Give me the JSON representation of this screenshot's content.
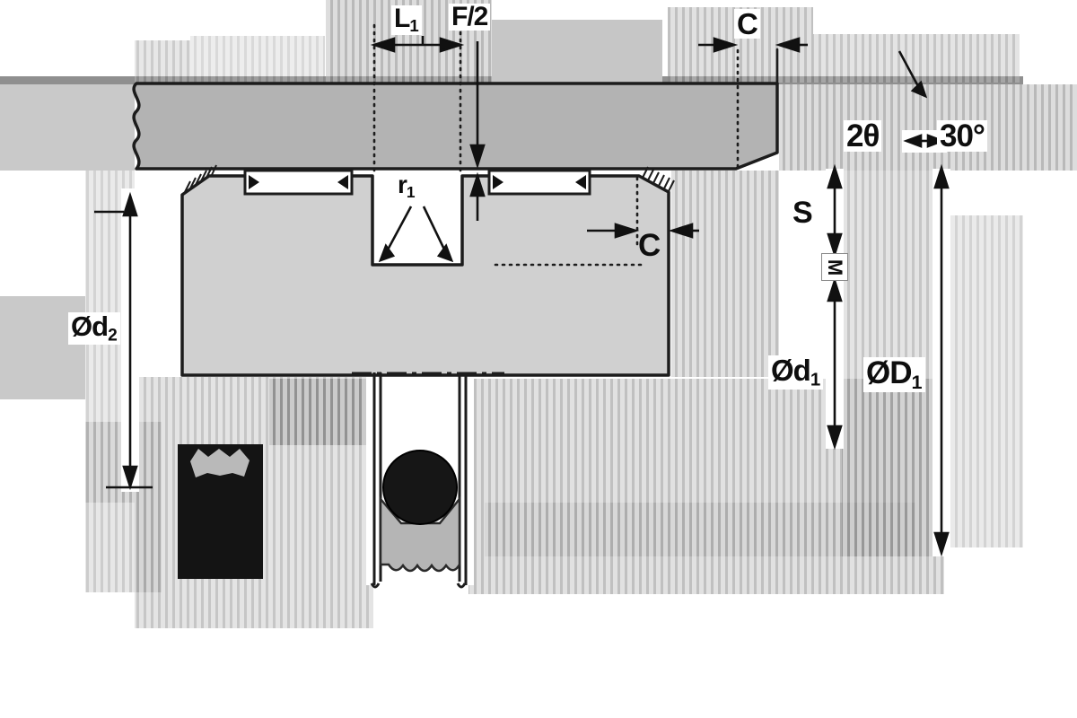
{
  "diagram": {
    "kind": "technical-drawing",
    "subject": "Seal groove installation cross-section with dimension callouts",
    "labels": {
      "l1": {
        "base": "L",
        "sub": "1"
      },
      "f_half": "F/2",
      "c_top": "C",
      "c_side": "C",
      "two_theta": "2θ",
      "thirty_deg": "30°",
      "s": "S",
      "m": "M",
      "d1": {
        "base": "Ød",
        "sub": "1"
      },
      "D1": {
        "base": "ØD",
        "sub": "1"
      },
      "d2": {
        "base": "Ød",
        "sub": "2"
      },
      "r1": {
        "base": "r",
        "sub": "1"
      }
    },
    "colors": {
      "bore_fill": "#b3b3b3",
      "piston_fill": "#d0d0d0",
      "outline": "#1c1c1c",
      "seal_fill": "#141414",
      "hatch_gray": "#808080",
      "band_gray": "#8f8f8f"
    }
  }
}
